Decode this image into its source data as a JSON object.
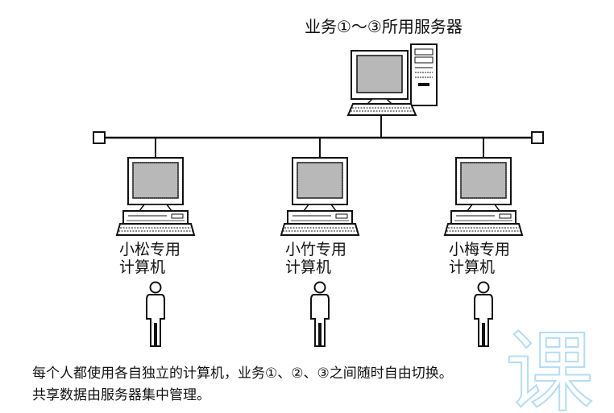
{
  "server": {
    "label": "业务①～③所用服务器"
  },
  "workstations": [
    {
      "line1": "小松专用",
      "line2": "计算机"
    },
    {
      "line1": "小竹专用",
      "line2": "计算机"
    },
    {
      "line1": "小梅专用",
      "line2": "计算机"
    }
  ],
  "caption": {
    "line1": "每个人都使用各自独立的计算机，业务①、②、③之间随时自由切换。",
    "line2": "共享数据由服务器集中管理。"
  },
  "watermark": {
    "text": "课"
  },
  "colors": {
    "ink": "#111111",
    "screen": "#b8b8b8",
    "watermark": "#a9d7f2"
  }
}
